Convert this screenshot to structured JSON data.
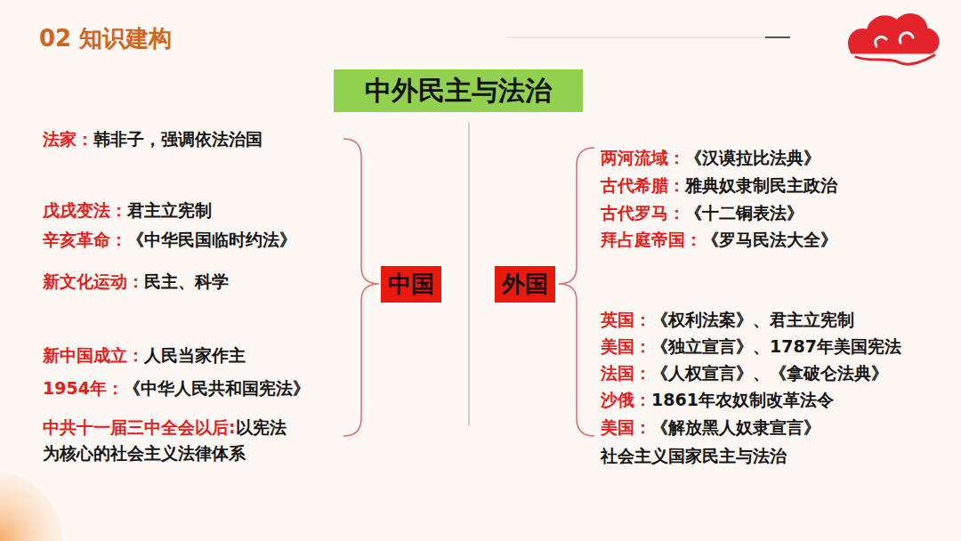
{
  "diagram": {
    "title": "02 知识建构",
    "nodes": [
      {
        "text": [
          "中外民主与法治"
        ]
      },
      {
        "text": [
          "中国"
        ]
      },
      {
        "text": [
          "外国"
        ]
      }
    ],
    "labels": [
      "法家：",
      "韩非子，强调依法治国",
      "戊戌变法：",
      "君主立宪制",
      "辛亥革命：",
      "《中华民国临时约法》",
      "新文化运动：",
      "民主、科学",
      "新中国成立：",
      "人民当家作主",
      "1954年：",
      "《中华人民共和国宪法》",
      "中共十一届三中全会以后:",
      "以宪法 为核心的社会主义法律体系",
      "两河流域：",
      "《汉谟拉比法典》",
      "古代希腊：",
      "雅典奴隶制民主政治",
      "古代罗马：",
      "《十二铜表法》",
      "拜占庭帝国：",
      "《罗马民法大全》",
      "英国：",
      "《权利法案》、君主立宪制",
      "美国：",
      "《独立宣言》、1787年美国宪法",
      "法国：",
      "《人权宣言》、《拿破仑法典》",
      "沙俄：",
      "1861年农奴制改革法令",
      "美国：",
      "《解放黑人奴隶宣言》",
      "社会主义国家民主与法治"
    ]
  }
}
